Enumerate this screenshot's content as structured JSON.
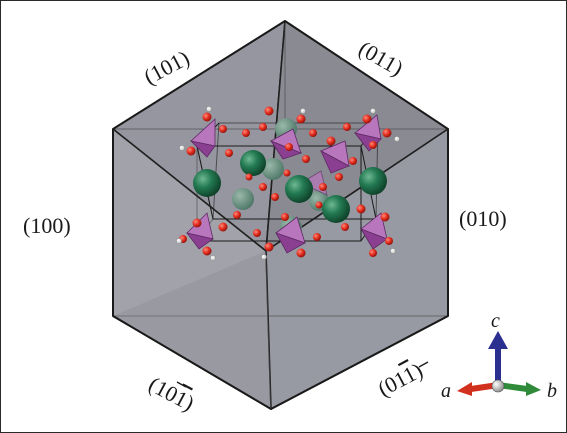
{
  "faces": {
    "top_left": "(101)",
    "top_right": "(011)",
    "left": "(100)",
    "right": "(010)",
    "bottom_left": "(10",
    "bottom_left_bar": "1",
    "bottom_left_close": ")",
    "bottom_right": "(01",
    "bottom_right_bar": "1",
    "bottom_right_close": ")"
  },
  "axes": {
    "c": "c",
    "a": "a",
    "b": "b"
  },
  "colors": {
    "crystal_face": "#8e8e96",
    "crystal_edge": "#202020",
    "tetrahedron": "#a25aa8",
    "cation": "#1f6b4a",
    "oxygen": "#e02b1d",
    "hydrogen": "#f2f2f2",
    "axis_c": "#2b2f8f",
    "axis_a": "#d1301f",
    "axis_b": "#2f8a3a"
  }
}
